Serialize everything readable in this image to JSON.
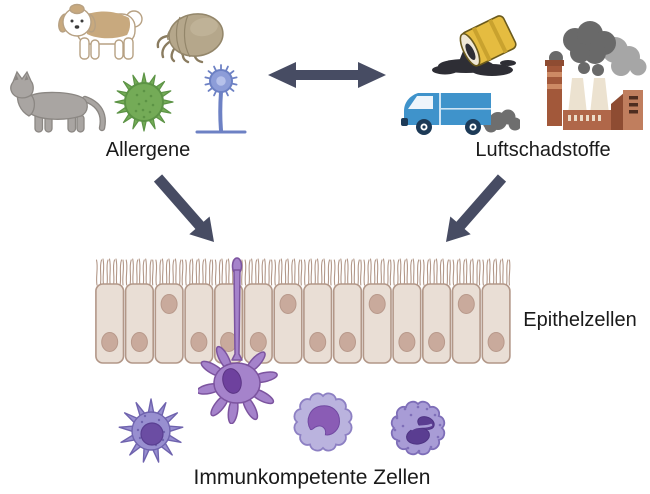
{
  "figure": {
    "background": "#ffffff",
    "allergens": {
      "label": "Allergene",
      "items": [
        "dog",
        "dust-mite",
        "cat",
        "pollen-grain",
        "mold-fungus"
      ]
    },
    "pollutants": {
      "label": "Luftschadstoffe",
      "items": [
        "oil-barrel-spill",
        "delivery-van-exhaust",
        "factory-smoke"
      ]
    },
    "exchange_arrow": "double-headed-horizontal",
    "impact_arrows": [
      "allergens-to-epithelium",
      "pollutants-to-epithelium"
    ],
    "epithelium": {
      "label": "Epithelzellen",
      "cells": 14,
      "top_nucleus_cells": [
        2,
        6,
        9,
        12
      ]
    },
    "immune_cells": {
      "label": "Immunkompetente Zellen",
      "items": [
        "macrophage",
        "dendritic-cell",
        "monocyte",
        "granulocyte"
      ]
    },
    "colors": {
      "arrow": "#474c63",
      "epithelial_fill": "#e9ded5",
      "epithelial_border": "#b29788",
      "epithelial_nucleus": "#c9aa9c",
      "immune_purple": "#a583cb",
      "pollen_green": "#74ab57",
      "mold_blue": "#6d81c4",
      "van_blue": "#3f93cb",
      "barrel_yellow": "#e5bc40",
      "text": "#1a1a1a"
    }
  }
}
